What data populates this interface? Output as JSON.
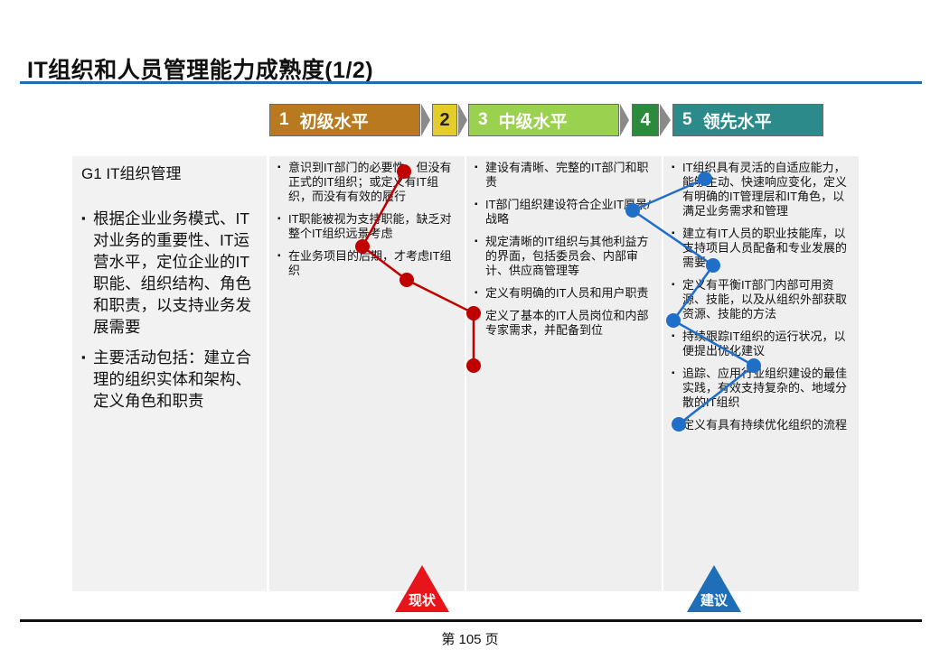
{
  "title": "IT组织和人员管理能力成熟度(1/2)",
  "levels": [
    {
      "num": "1",
      "label": "初级水平",
      "color": "#b8791f"
    },
    {
      "num": "2",
      "label": "",
      "color": "#e4cc2a"
    },
    {
      "num": "3",
      "label": "中级水平",
      "color": "#9ad14f"
    },
    {
      "num": "4",
      "label": "",
      "color": "#2c8a3c"
    },
    {
      "num": "5",
      "label": "领先水平",
      "color": "#2c8b8a"
    }
  ],
  "left_panel": {
    "heading": "G1 IT组织管理",
    "items": [
      "根据企业业务模式、IT对业务的重要性、IT运营水平，定位企业的IT职能、组织结构、角色和职责，以支持业务发展需要",
      "主要活动包括：建立合理的组织实体和架构、定义角色和职责"
    ]
  },
  "level1_items": [
    "意识到IT部门的必要性，但没有正式的IT组织；或定义有IT组织，而没有有效的履行",
    "IT职能被视为支持职能，缺乏对整个IT组织远景考虑",
    "在业务项目的后期，才考虑IT组织"
  ],
  "level3_items": [
    "建设有清晰、完整的IT部门和职责",
    "IT部门组织建设符合企业IT愿景/战略",
    "规定清晰的IT组织与其他利益方的界面，包括委员会、内部审计、供应商管理等",
    "定义有明确的IT人员和用户职责",
    "定义了基本的IT人员岗位和内部专家需求，并配备到位"
  ],
  "level5_items": [
    "IT组织具有灵活的自适应能力，能够主动、快速响应变化，定义有明确的IT管理层和IT角色，以满足业务需求和管理",
    "建立有IT人员的职业技能库，以支持项目人员配备和专业发展的需要",
    "定义有平衡IT部门内部可用资源、技能，以及从组织外部获取资源、技能的方法",
    "持续跟踪IT组织的运行状况，以便提出优化建议",
    "追踪、应用行业组织建设的最佳实践，有效支持复杂的、地域分散的IT组织",
    "定义有具有持续优化组织的流程"
  ],
  "markers": {
    "current": {
      "label": "现状",
      "color": "#e8141c",
      "line_color": "#c00000"
    },
    "suggested": {
      "label": "建议",
      "color": "#1f6fb8",
      "line_color": "#1f6fc8"
    }
  },
  "page": "第 105 页"
}
